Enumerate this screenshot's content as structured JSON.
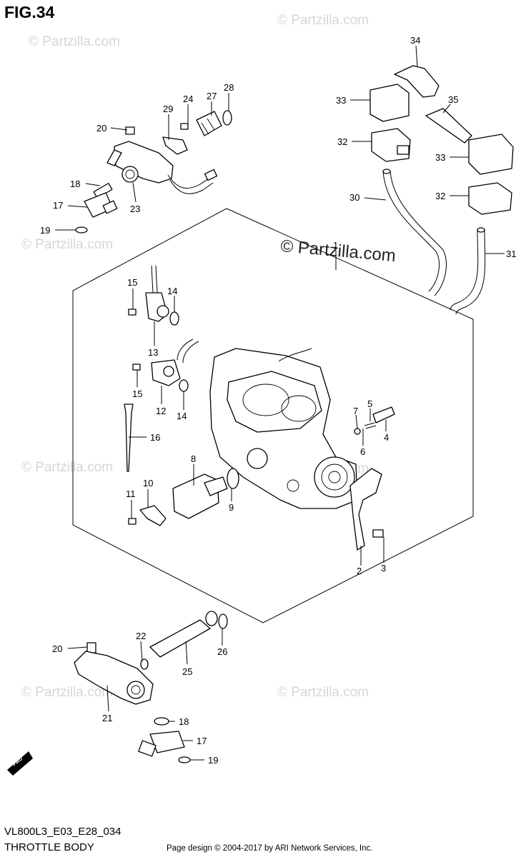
{
  "figure": {
    "title": "FIG.34",
    "model_code": "VL800L3_E03_E28_034",
    "section_name": "THROTTLE BODY",
    "copyright": "Page design © 2004-2017 by ARI Network Services, Inc."
  },
  "watermark": {
    "brand": "© Partzilla.com",
    "tile_text": "© Partzilla.com"
  },
  "fwd_badge": "FWD",
  "callouts": [
    "1",
    "2",
    "3",
    "4",
    "5",
    "6",
    "7",
    "8",
    "9",
    "10",
    "11",
    "12",
    "13",
    "14",
    "15",
    "16",
    "17",
    "18",
    "19",
    "20",
    "21",
    "22",
    "23",
    "24",
    "25",
    "26",
    "27",
    "28",
    "29",
    "30",
    "31",
    "32",
    "33",
    "34",
    "35"
  ]
}
